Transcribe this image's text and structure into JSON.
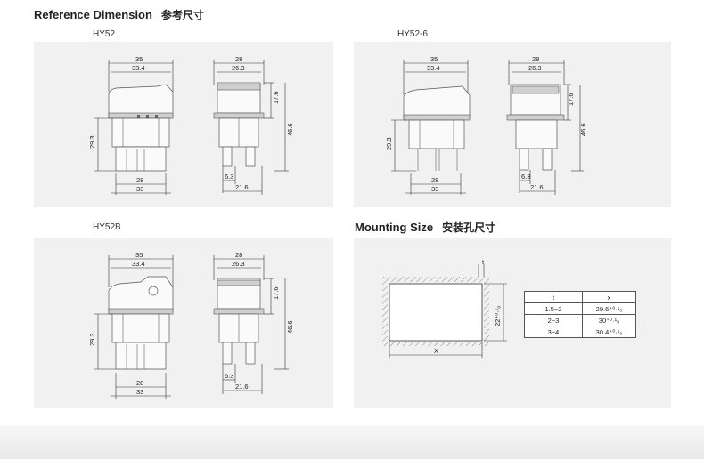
{
  "headers": {
    "reference_en": "Reference Dimension",
    "reference_zh": "参考尺寸",
    "mounting_en": "Mounting Size",
    "mounting_zh": "安装孔尺寸"
  },
  "models": {
    "a": "HY52",
    "b": "HY52-6",
    "c": "HY52B"
  },
  "dims": {
    "w35": "35",
    "w334": "33.4",
    "h293": "29.3",
    "b28": "28",
    "b33": "33",
    "s28": "28",
    "s263": "26.3",
    "h176": "17.6",
    "h466": "46.6",
    "s63": "6.3",
    "s216": "21.6"
  },
  "mounting": {
    "t_label": "t",
    "x_label": "X",
    "height_label": "22⁺⁰·¹₀",
    "table": {
      "headers": [
        "t",
        "x"
      ],
      "rows": [
        [
          "1.5~2",
          "29.6⁺⁰·¹₀"
        ],
        [
          "2~3",
          "30⁺⁰·¹₀"
        ],
        [
          "3~4",
          "30.4⁺⁰·¹₀"
        ]
      ]
    }
  },
  "colors": {
    "panel": "#f1f1f1",
    "line": "#333333"
  }
}
